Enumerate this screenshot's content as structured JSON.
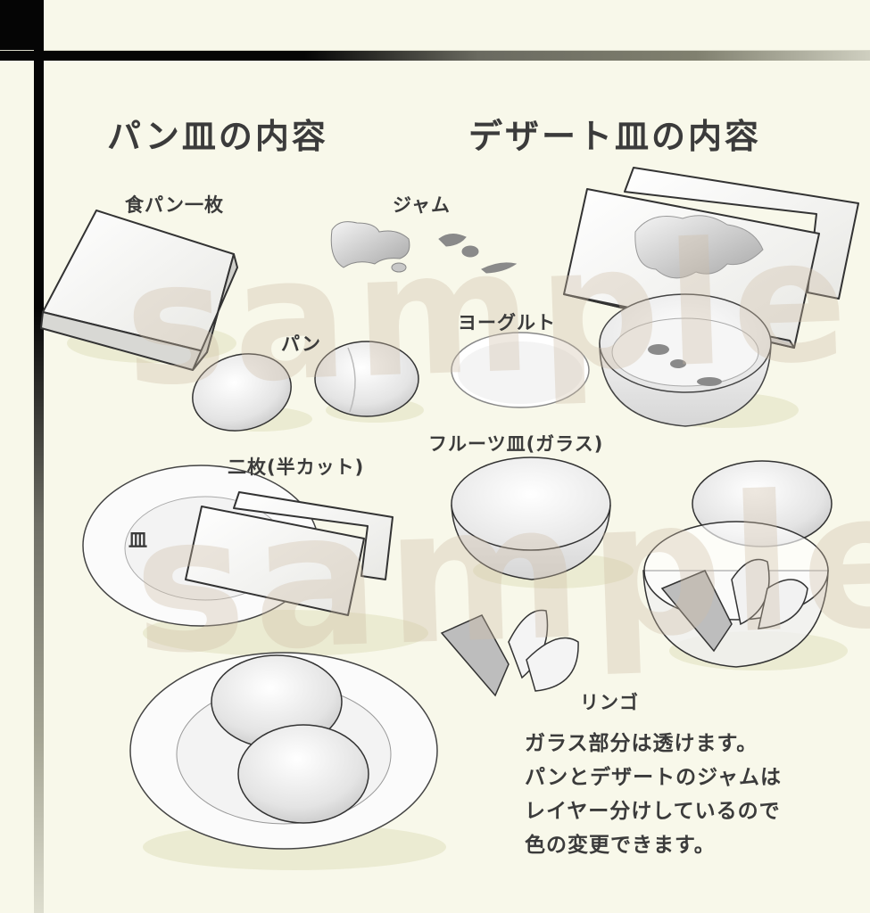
{
  "frame": {
    "background": "#f8f8ea",
    "rule_color": "#050505"
  },
  "headings": {
    "bread_plate": "パン皿の内容",
    "dessert_plate": "デザート皿の内容"
  },
  "labels": {
    "one_slice_bread": "食パン一枚",
    "jam": "ジャム",
    "bread_rolls": "パン",
    "yogurt": "ヨーグルト",
    "two_slices_half_cut": "二枚(半カット)",
    "fruit_bowl_glass": "フルーツ皿(ガラス)",
    "plate": "皿",
    "apple": "リンゴ"
  },
  "note": {
    "lines": [
      "ガラス部分は透けます。",
      "パンとデザートのジャムは",
      "レイヤー分けしているので",
      "色の変更できます。"
    ]
  },
  "watermark": {
    "text_top": "sample",
    "text_bottom": "sample"
  }
}
